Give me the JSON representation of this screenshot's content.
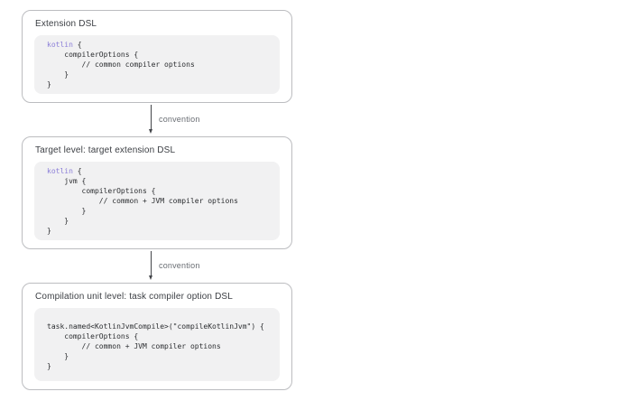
{
  "colors": {
    "background": "#ffffff",
    "box_border": "#bcbdc0",
    "box_background": "#ffffff",
    "code_background": "#f1f1f2",
    "title_text": "#3b3e43",
    "code_text": "#2b2d30",
    "keyword_accent": "#8b7ed8",
    "arrow": "#43454a",
    "connector_label_text": "#696d73"
  },
  "diagram": {
    "nodes": [
      {
        "title": "Extension DSL",
        "code": [
          [
            {
              "t": "kotlin",
              "s": "keyword"
            },
            {
              "t": " {"
            }
          ],
          [
            {
              "t": "    compilerOptions {"
            }
          ],
          [
            {
              "t": "        // common compiler options"
            }
          ],
          [
            {
              "t": "    }"
            }
          ],
          [
            {
              "t": "}"
            }
          ]
        ]
      },
      {
        "title": "Target level: target extension DSL",
        "code": [
          [
            {
              "t": "kotlin",
              "s": "keyword"
            },
            {
              "t": " {"
            }
          ],
          [
            {
              "t": "    jvm {"
            }
          ],
          [
            {
              "t": "        compilerOptions {"
            }
          ],
          [
            {
              "t": "            // common + JVM compiler options"
            }
          ],
          [
            {
              "t": "        }"
            }
          ],
          [
            {
              "t": "    }"
            }
          ],
          [
            {
              "t": "}"
            }
          ]
        ]
      },
      {
        "title": "Compilation unit level: task compiler option DSL",
        "code": [
          [
            {
              "t": "task.named<KotlinJvmCompile>(\"compileKotlinJvm\") {"
            }
          ],
          [
            {
              "t": "    compilerOptions {"
            }
          ],
          [
            {
              "t": "        // common + JVM compiler options"
            }
          ],
          [
            {
              "t": "    }"
            }
          ],
          [
            {
              "t": "}"
            }
          ]
        ]
      }
    ],
    "connectors": [
      {
        "label": "convention"
      },
      {
        "label": "convention"
      }
    ]
  }
}
